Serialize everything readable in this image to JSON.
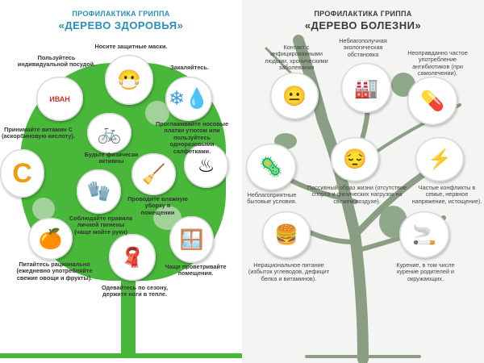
{
  "colors": {
    "health_green": "#49b83a",
    "health_title": "#2a8fb8",
    "disease_tree": "#8a9e84"
  },
  "health": {
    "title_small": "ПРОФИЛАКТИКА ГРИППА",
    "title_big": "«ДЕРЕВО ЗДОРОВЬЯ»",
    "items": [
      {
        "text": "Носите защитные маски.",
        "icon": "masks-icon"
      },
      {
        "text": "Пользуйтесь индивидуальной посудой.",
        "icon": "dishes-icon"
      },
      {
        "text": "Закаляйтесь.",
        "icon": "snowflake-water-icon"
      },
      {
        "text": "Принимайте витамин С (аскорбиновую кислоту).",
        "icon": "vitamin-c-icon"
      },
      {
        "text": "Будьте физически активны",
        "icon": "bicycle-icon"
      },
      {
        "text": "Проглаживайте носовые платки утюгом или пользуйтесь одноразовыми салфетками.",
        "icon": "iron-icon"
      },
      {
        "text": "Проводите влажную уборку в помещении",
        "icon": "mop-bucket-icon"
      },
      {
        "text": "Соблюдайте правила личной гигиены (чаще мойте руки)",
        "icon": "gloves-soap-icon"
      },
      {
        "text": "Питайтесь рационально (ежедневно употребляйте свежие овощи и фрукты).",
        "icon": "orange-milk-icon"
      },
      {
        "text": "Чаще проветривайте помещения.",
        "icon": "window-icon"
      },
      {
        "text": "Одевайтесь по сезону, держите ноги в тепле.",
        "icon": "warm-clothes-icon"
      }
    ],
    "cup_label": "ИВАН"
  },
  "disease": {
    "title_small": "ПРОФИЛАКТИКА ГРИППА",
    "title_big": "«ДЕРЕВО БОЛЕЗНИ»",
    "items": [
      {
        "text": "Контакт с инфицированными людьми, хроническими заболевания",
        "icon": "sick-faces-icon"
      },
      {
        "text": "Неблагополучная экологическая обстановка",
        "icon": "factory-icon"
      },
      {
        "text": "Неоправданно частое употребление антибиотиков (при самолечении).",
        "icon": "pills-icon"
      },
      {
        "text": "Неблагоприятные бытовые условия.",
        "icon": "germs-icon"
      },
      {
        "text": "Пассивный образ жизни (отсутствие спорта и физических нагрузок на свежем воздухе).",
        "icon": "sad-face-icon"
      },
      {
        "text": "Частые конфликты в семье, нервное напряжение, истощение).",
        "icon": "conflict-icon"
      },
      {
        "text": "Нерациональное питание (избыток углеводов, дефицит белка и витаминов).",
        "icon": "burger-icon"
      },
      {
        "text": "Курение, в том числе курение родителей и окружающих.",
        "icon": "cigarettes-icon"
      }
    ]
  }
}
